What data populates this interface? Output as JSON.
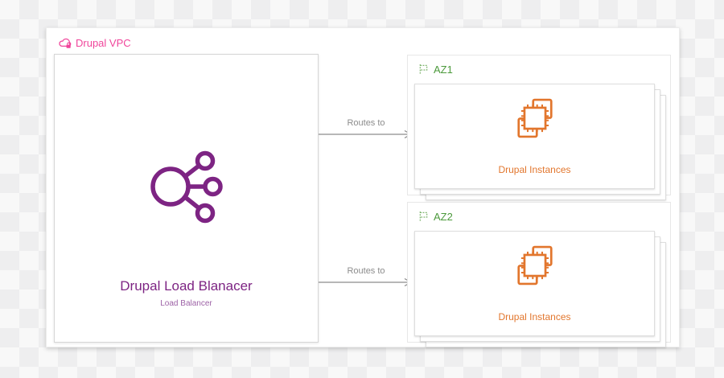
{
  "vpc": {
    "label": "Drupal VPC"
  },
  "load_balancer": {
    "title": "Drupal Load Blanacer",
    "subtitle": "Load Balancer"
  },
  "zones": [
    {
      "label": "AZ1",
      "instances_label": "Drupal Instances"
    },
    {
      "label": "AZ2",
      "instances_label": "Drupal Instances"
    }
  ],
  "edges": [
    {
      "label": "Routes to"
    },
    {
      "label": "Routes to"
    }
  ],
  "colors": {
    "vpc_pink": "#F0459B",
    "az_green": "#4C9A3C",
    "instances_orange": "#E2762D",
    "load_balancer_purple": "#7D2483",
    "load_balancer_subtitle_purple": "#9D62A6",
    "edge_gray": "#8C8C8C",
    "canvas_white": "#FFFFFF",
    "node_border": "#D6D6D6"
  },
  "icons": {
    "vpc_icon": "cloud-with-lock",
    "load_balancer_icon": "circle-with-three-branch-nodes",
    "az_icon": "dashed-flag",
    "instances_icon": "cpu-chip-with-stacked-frames",
    "edge_icon": "right-arrow"
  }
}
